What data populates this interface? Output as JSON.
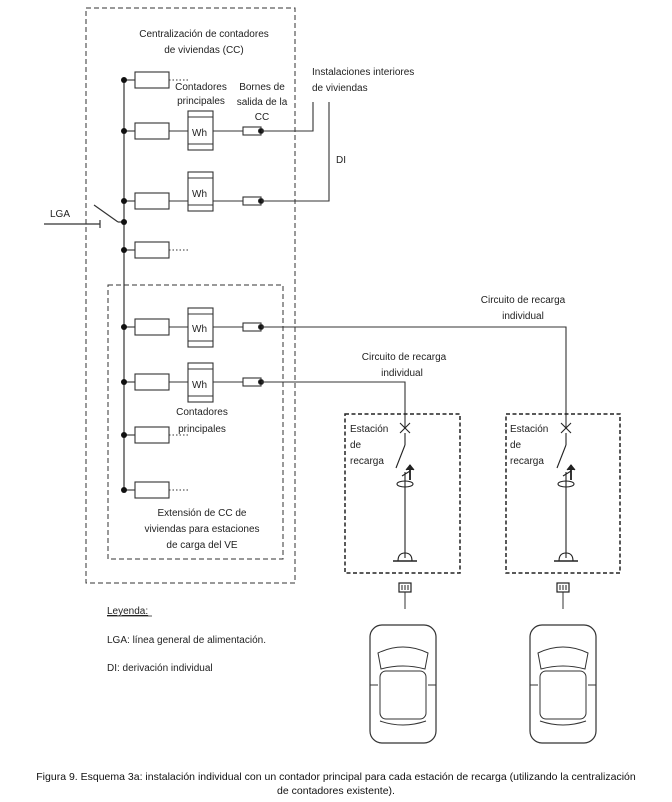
{
  "labels": {
    "cc_title_1": "Centralización de contadores",
    "cc_title_2": "de viviendas (CC)",
    "contadores_principales_1": "Contadores",
    "contadores_principales_2": "principales",
    "bornes_1": "Bornes de",
    "bornes_2": "salida de la",
    "bornes_3": "CC",
    "inst_1": "Instalaciones interiores",
    "inst_2": "de viviendas",
    "di": "DI",
    "lga": "LGA",
    "wh": "Wh",
    "circuito_1a": "Circuito de recarga",
    "circuito_1b": "individual",
    "circuito_2a": "Circuito de recarga",
    "circuito_2b": "individual",
    "contadores_principales_b1": "Contadores",
    "contadores_principales_b2": "principales",
    "estacion_1": "Estación",
    "estacion_2": "de",
    "estacion_3": "recarga",
    "extension_1": "Extensión de CC de",
    "extension_2": "viviendas para estaciones",
    "extension_3": "de carga del VE"
  },
  "legend": {
    "title": "Leyenda:",
    "lga": "LGA: línea general de alimentación.",
    "di": "DI: derivación individual"
  },
  "caption": {
    "line1": "Figura 9. Esquema 3a: instalación individual con un contador principal para cada estación de recarga (utilizando la centralización",
    "line2": "de contadores existente)."
  }
}
